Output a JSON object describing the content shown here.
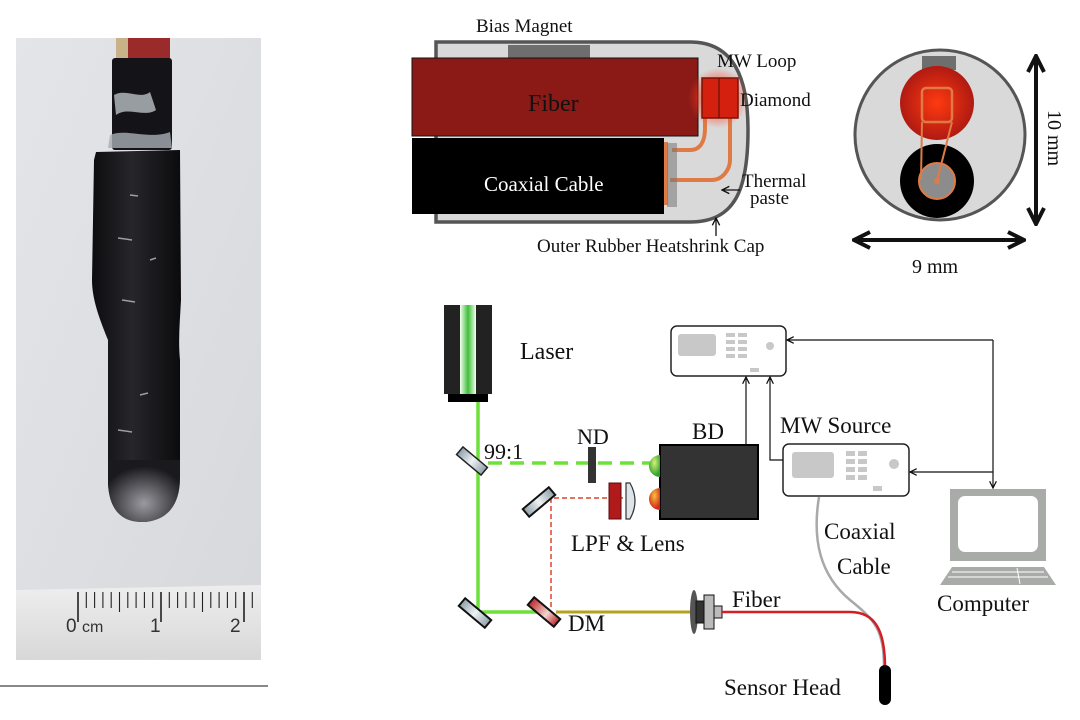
{
  "photo": {
    "subject": "sensor-head-photo",
    "ruler": {
      "unit_label": "cm",
      "tick_labels": [
        "0",
        "1",
        "2"
      ]
    }
  },
  "cross_section_side": {
    "labels": {
      "bias_magnet": "Bias Magnet",
      "mw_loop": "MW Loop",
      "fiber": "Fiber",
      "diamond": "Diamond",
      "coaxial_cable": "Coaxial Cable",
      "thermal_paste_line1": "Thermal",
      "thermal_paste_line2": "paste",
      "outer_cap": "Outer Rubber Heatshrink Cap"
    }
  },
  "cross_section_end": {
    "labels": {
      "height": "10 mm",
      "width": "9 mm"
    }
  },
  "setup": {
    "labels": {
      "laser": "Laser",
      "splitter": "99:1",
      "nd": "ND",
      "bd": "BD",
      "lpf_lens": "LPF & Lens",
      "mw_source": "MW Source",
      "coax_line1": "Coaxial",
      "coax_line2": "Cable",
      "computer": "Computer",
      "fiber": "Fiber",
      "dm": "DM",
      "sensor_head": "Sensor Head"
    }
  },
  "colors": {
    "fiber_red": "#8b1a17",
    "laser_green": "#6ee03a",
    "fluorescence_red": "#d8462e",
    "loop_orange": "#e07a45",
    "cap_gray": "#555555",
    "paste_gray": "#d9d9d9",
    "instrument_gray": "#c8c8c8"
  }
}
